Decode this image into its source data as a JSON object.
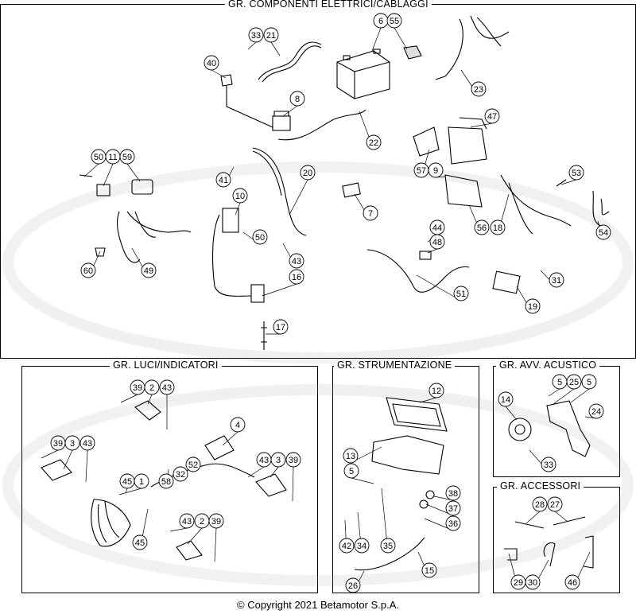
{
  "sections": {
    "electrical": {
      "title": "GR. COMPONENTI ELETTRICI/CABLAGGI"
    },
    "lights": {
      "title": "GR. LUCI/INDICATORI"
    },
    "instruments": {
      "title": "GR. STRUMENTAZIONE"
    },
    "horn": {
      "title": "GR. AVV. ACUSTICO"
    },
    "accessories": {
      "title": "GR. ACCESSORI"
    }
  },
  "callouts": {
    "electrical": [
      "33",
      "21",
      "6",
      "55",
      "40",
      "8",
      "23",
      "47",
      "22",
      "50",
      "11",
      "59",
      "41",
      "10",
      "20",
      "57",
      "9",
      "53",
      "7",
      "50",
      "56",
      "18",
      "54",
      "44",
      "48",
      "60",
      "49",
      "43",
      "16",
      "31",
      "51",
      "19",
      "17"
    ],
    "lights": [
      "39",
      "2",
      "43",
      "4",
      "39",
      "3",
      "43",
      "45",
      "1",
      "58",
      "32",
      "52",
      "43",
      "3",
      "39",
      "43",
      "2",
      "39",
      "45"
    ],
    "instruments": [
      "12",
      "13",
      "5",
      "38",
      "37",
      "36",
      "42",
      "34",
      "35",
      "15",
      "26"
    ],
    "horn": [
      "5",
      "25",
      "5",
      "14",
      "24",
      "33"
    ],
    "accessories": [
      "28",
      "27",
      "29",
      "30",
      "46"
    ]
  },
  "footer": {
    "copyright": "© Copyright 2021 Betamotor S.p.A."
  }
}
